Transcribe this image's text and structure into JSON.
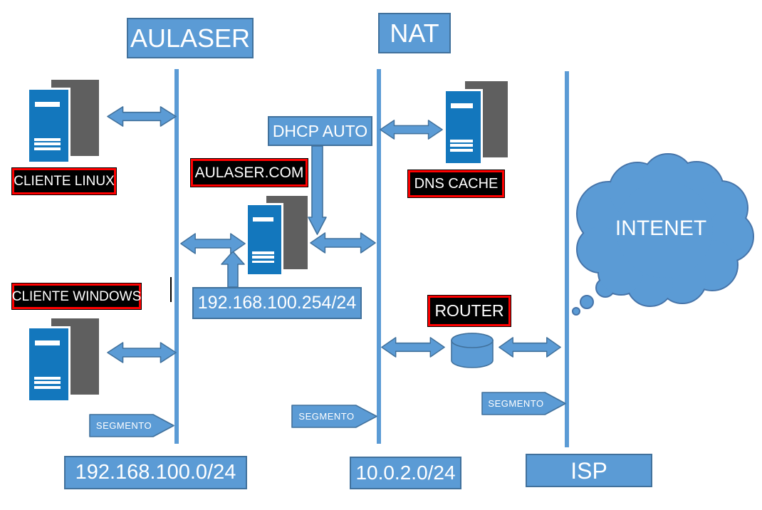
{
  "diagram": {
    "zones": {
      "aulaser": "AULASER",
      "nat": "NAT"
    },
    "nodes": {
      "cliente_linux": "CLIENTE LINUX",
      "cliente_windows": "CLIENTE WINDOWS",
      "aulaser_com": "AULASER.COM",
      "dns_cache": "DNS CACHE",
      "router": "ROUTER"
    },
    "annotations": {
      "dhcp_auto": "DHCP AUTO",
      "server_ip": "192.168.100.254/24"
    },
    "subnets": {
      "lan": "192.168.100.0/24",
      "nat": "10.0.2.0/24",
      "isp": "ISP"
    },
    "segment_label": "SEGMENTO",
    "cloud_label": "INTENET",
    "colors": {
      "accent_blue": "#5B9BD5",
      "accent_border": "#41719C",
      "tower_blue": "#1377BD",
      "tower_gray": "#5F5F5F",
      "label_bg": "#000000",
      "label_border": "#FF0000"
    }
  }
}
